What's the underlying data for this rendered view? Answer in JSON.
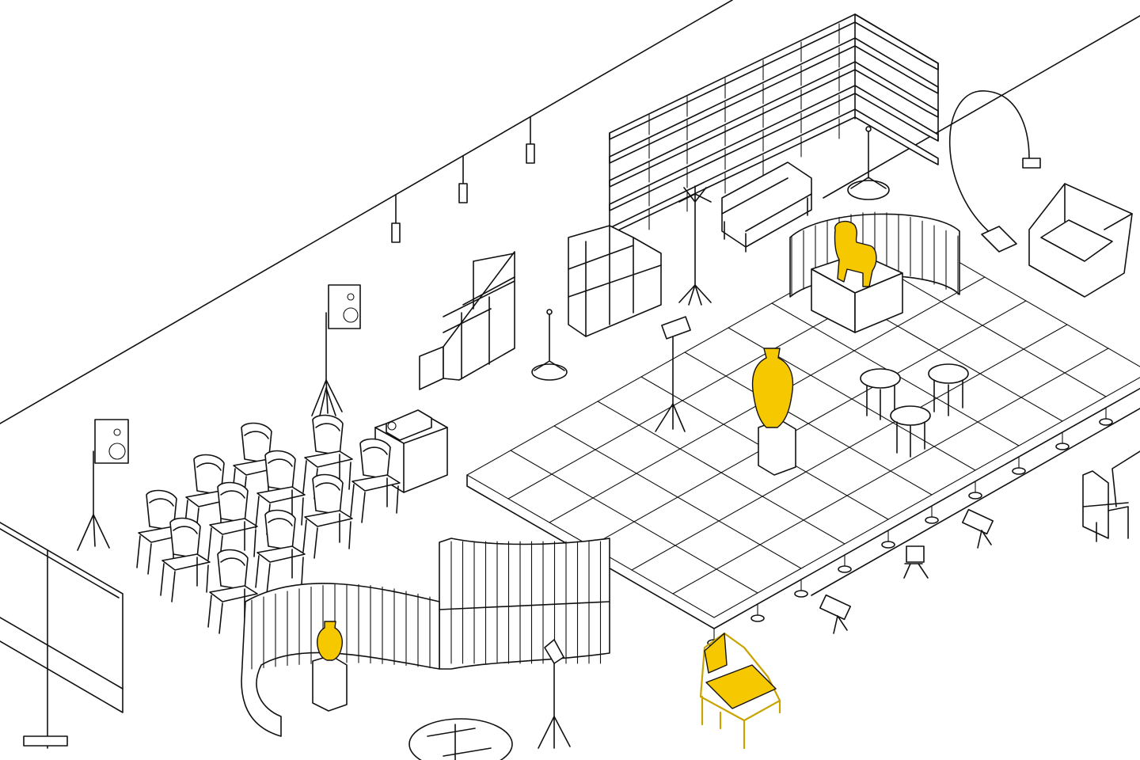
{
  "colors": {
    "background": "#ffffff",
    "line": "#111111",
    "highlight": "#f5c800"
  },
  "scene": {
    "type": "isometric line drawing of an exhibition / event hall",
    "highlighted_objects": [
      "chair-on-plinth",
      "large-vase",
      "small-vase",
      "frame-chair"
    ],
    "stage_grid": {
      "rows": 6,
      "cols": 10
    }
  }
}
